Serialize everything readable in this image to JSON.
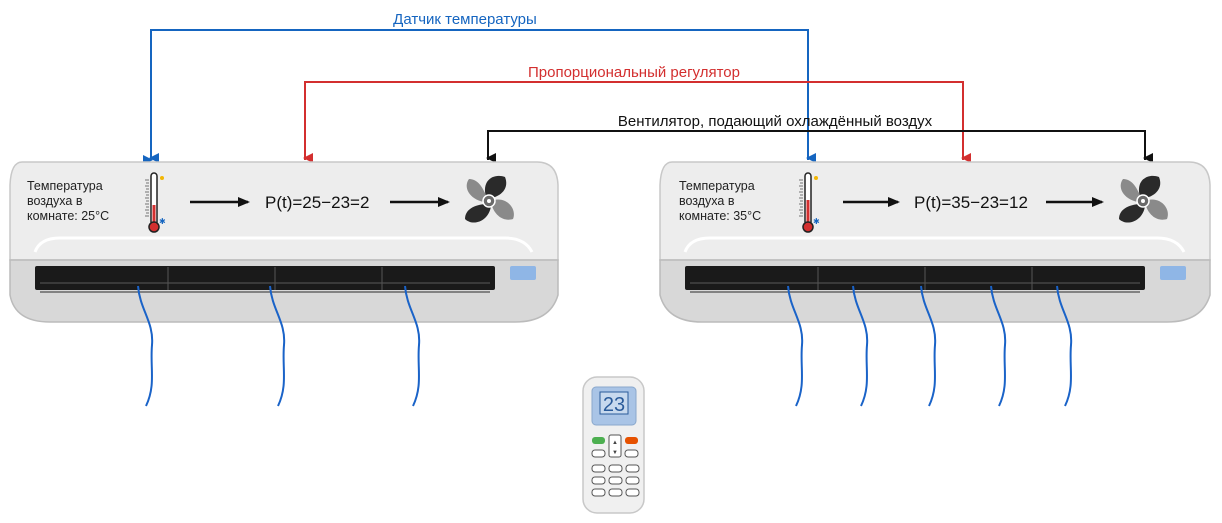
{
  "labels": {
    "sensor": "Датчик температуры",
    "regulator": "Пропорциональный регулятор",
    "fan": "Вентилятор, подающий охлаждённый воздух"
  },
  "units": [
    {
      "room_temp_lines": [
        "Температура",
        "воздуха в",
        "комнате: 25°C"
      ],
      "formula": "P(t)=25−23=2",
      "airflow_streams": 3
    },
    {
      "room_temp_lines": [
        "Температура",
        "воздуха в",
        "комнате: 35°C"
      ],
      "formula": "P(t)=35−23=12",
      "airflow_streams": 5
    }
  ],
  "remote": {
    "display": "23"
  },
  "colors": {
    "sensor_line": "#1565c0",
    "regulator_line": "#d32f2f",
    "fan_line": "#111111",
    "airflow": "#1a63c8",
    "body": "#ececec",
    "vent": "#1a1a1a"
  }
}
